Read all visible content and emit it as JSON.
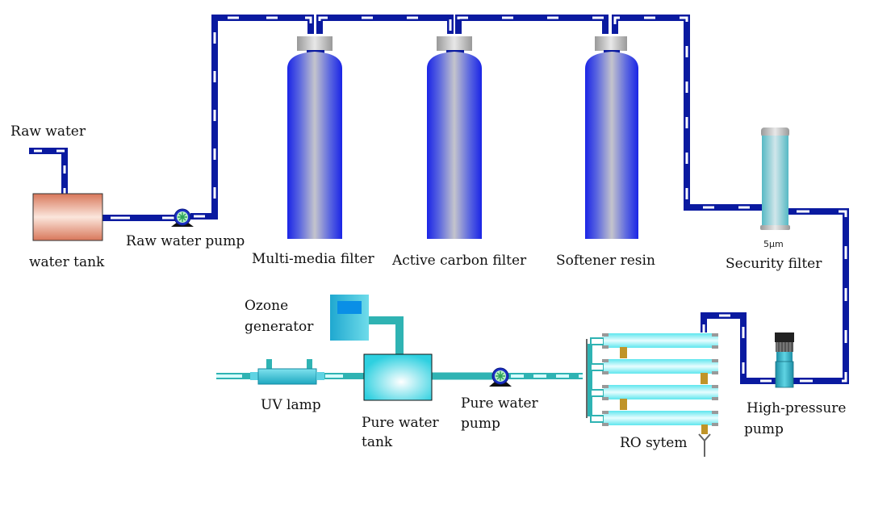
{
  "title": "Water treatment process flow (RO system)",
  "colors": {
    "pipe_blue": "#0a1aa0",
    "pipe_teal": "#2fb3b3",
    "vessel_blue": "#1f2fe0",
    "tank_orange": "#e08a6a",
    "ro_cyan": "#7ff0f5",
    "ozone_box": "#2ab4d8"
  },
  "labels": {
    "raw_water": "Raw water",
    "water_tank": "water tank",
    "raw_water_pump": "Raw water pump",
    "multi_media_filter": "Multi-media filter",
    "active_carbon_filter": "Active carbon filter",
    "softener_resin": "Softener resin",
    "security_filter": "Security filter",
    "security_filter_rating": "5μm",
    "high_pressure_pump_line1": "High-pressure",
    "high_pressure_pump_line2": "pump",
    "ro_system": "RO sytem",
    "pure_water_pump_line1": "Pure water",
    "pure_water_pump_line2": "pump",
    "pure_water_tank_line1": "Pure water",
    "pure_water_tank_line2": "tank",
    "ozone_generator_line1": "Ozone",
    "ozone_generator_line2": "generator",
    "uv_lamp": "UV lamp"
  },
  "components": [
    {
      "id": "water-tank",
      "label": "water tank",
      "icon": "tank"
    },
    {
      "id": "raw-water-pump",
      "label": "Raw water pump",
      "icon": "pump"
    },
    {
      "id": "multi-media-filter",
      "label": "Multi-media filter",
      "icon": "pressure-vessel"
    },
    {
      "id": "active-carbon-filter",
      "label": "Active carbon filter",
      "icon": "pressure-vessel"
    },
    {
      "id": "softener-resin",
      "label": "Softener resin",
      "icon": "pressure-vessel"
    },
    {
      "id": "security-filter",
      "label": "Security filter",
      "icon": "cartridge-filter"
    },
    {
      "id": "high-pressure-pump",
      "label": "High-pressure pump",
      "icon": "vertical-pump"
    },
    {
      "id": "ro-system",
      "label": "RO sytem",
      "icon": "membrane-rack"
    },
    {
      "id": "pure-water-pump",
      "label": "Pure water pump",
      "icon": "pump"
    },
    {
      "id": "pure-water-tank",
      "label": "Pure water tank",
      "icon": "tank"
    },
    {
      "id": "ozone-generator",
      "label": "Ozone generator",
      "icon": "generator-box"
    },
    {
      "id": "uv-lamp",
      "label": "UV lamp",
      "icon": "uv-sterilizer"
    }
  ]
}
